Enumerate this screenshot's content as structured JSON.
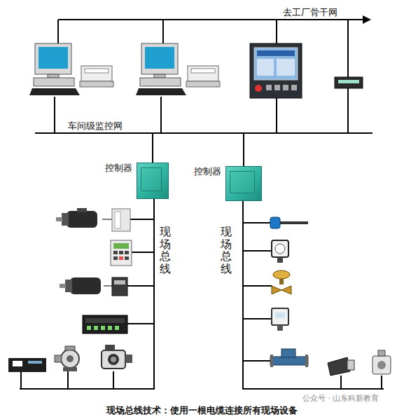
{
  "diagram": {
    "caption": "现场总线技术：使用一根电缆连接所有现场设备",
    "nodes": [
      {
        "text": [
          "控制器"
        ]
      },
      {
        "text": [
          "控制器"
        ]
      }
    ],
    "edges": [
      {
        "from": 0,
        "to": 1,
        "arrow": "none"
      }
    ],
    "labels": [
      "去工厂骨干网",
      "车间级监控网",
      "现场总线",
      "现场总线",
      "公众号 · 山东科新教育"
    ]
  }
}
